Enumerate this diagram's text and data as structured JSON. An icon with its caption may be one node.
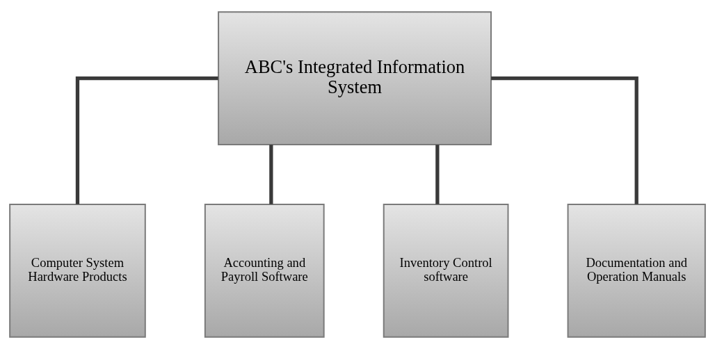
{
  "diagram": {
    "nodes": [
      {
        "text": [
          "ABC's Integrated Information System"
        ]
      },
      {
        "text": [
          "Computer System Hardware Products"
        ]
      },
      {
        "text": [
          "Accounting and Payroll Software"
        ]
      },
      {
        "text": [
          "Inventory Control software"
        ]
      },
      {
        "text": [
          "Documentation and Operation Manuals"
        ]
      }
    ],
    "edges": [
      {
        "from": 0,
        "to": 1,
        "arrow": "none"
      },
      {
        "from": 0,
        "to": 2,
        "arrow": "none"
      },
      {
        "from": 0,
        "to": 3,
        "arrow": "none"
      },
      {
        "from": 0,
        "to": 4,
        "arrow": "none"
      }
    ]
  }
}
